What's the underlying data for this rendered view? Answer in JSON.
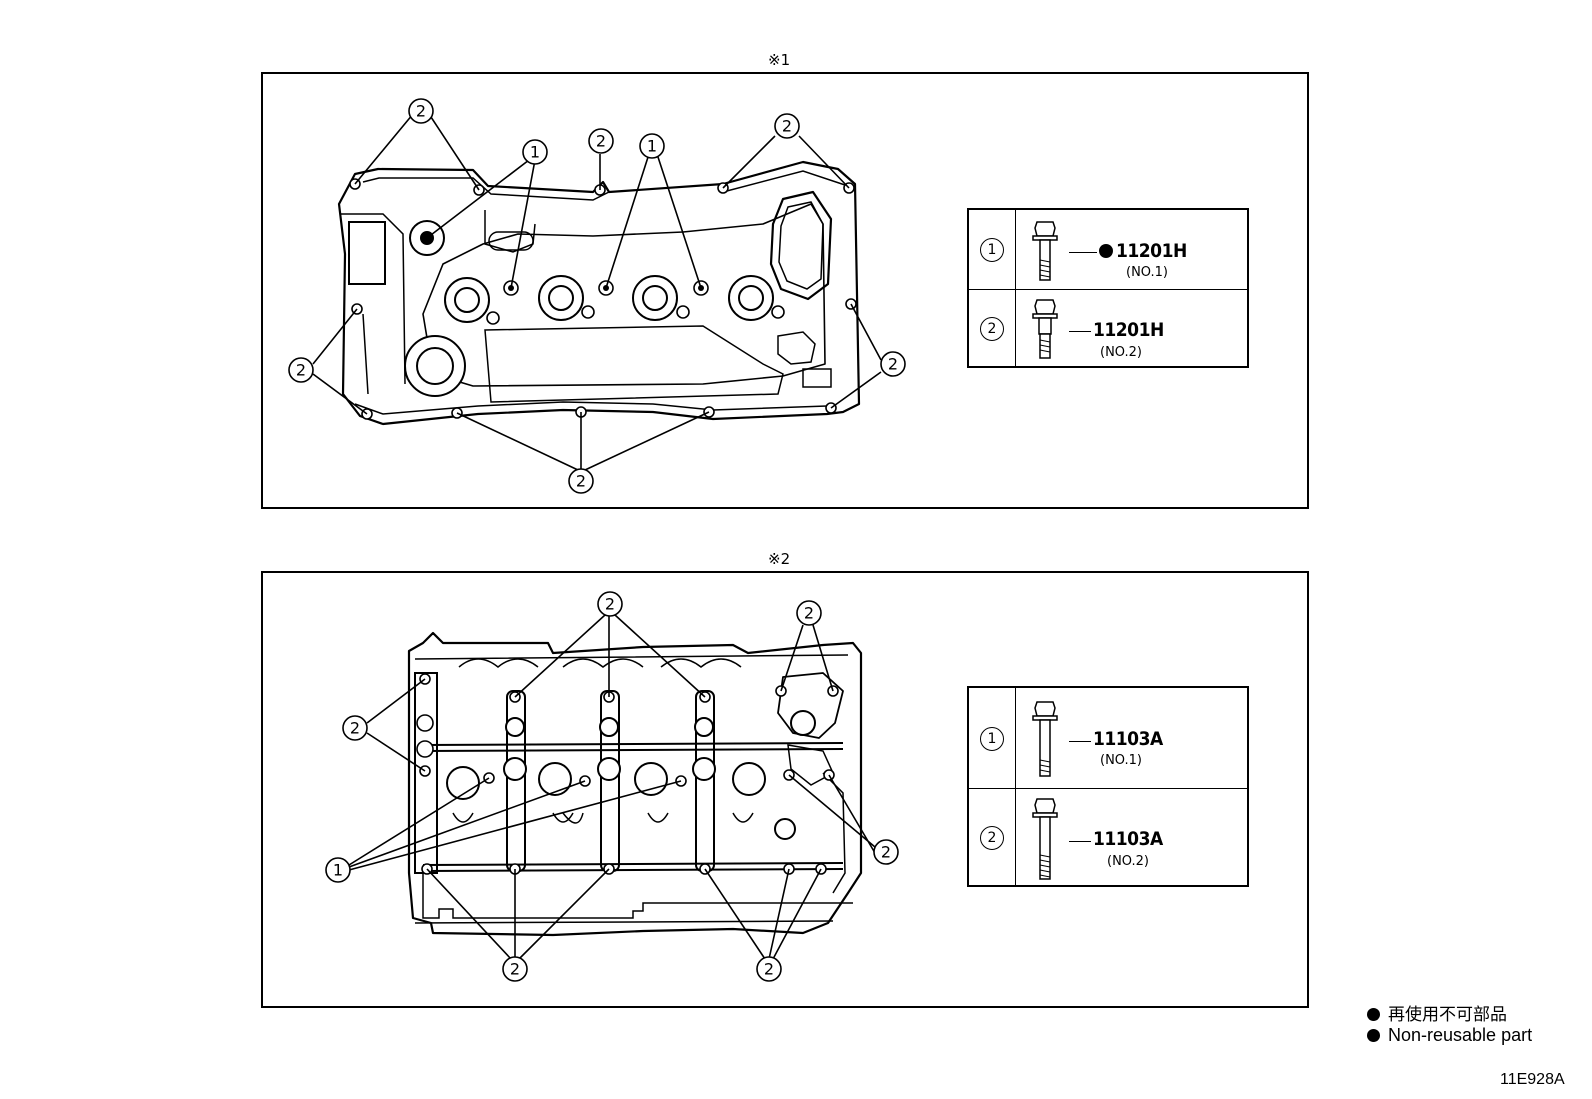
{
  "figure1": {
    "label": "※1",
    "legend": [
      {
        "callout": "1",
        "part": "11201H",
        "variant": "(NO.1)",
        "non_reusable": true
      },
      {
        "callout": "2",
        "part": "11201H",
        "variant": "(NO.2)",
        "non_reusable": false
      }
    ]
  },
  "figure2": {
    "label": "※2",
    "legend": [
      {
        "callout": "1",
        "part": "11103A",
        "variant": "(NO.1)"
      },
      {
        "callout": "2",
        "part": "11103A",
        "variant": "(NO.2)"
      }
    ]
  },
  "callouts": {
    "one": "1",
    "two": "2"
  },
  "notes": {
    "non_reusable_ja": "再使用不可部品",
    "non_reusable_en": "Non-reusable part"
  },
  "figure_code": "11E928A"
}
